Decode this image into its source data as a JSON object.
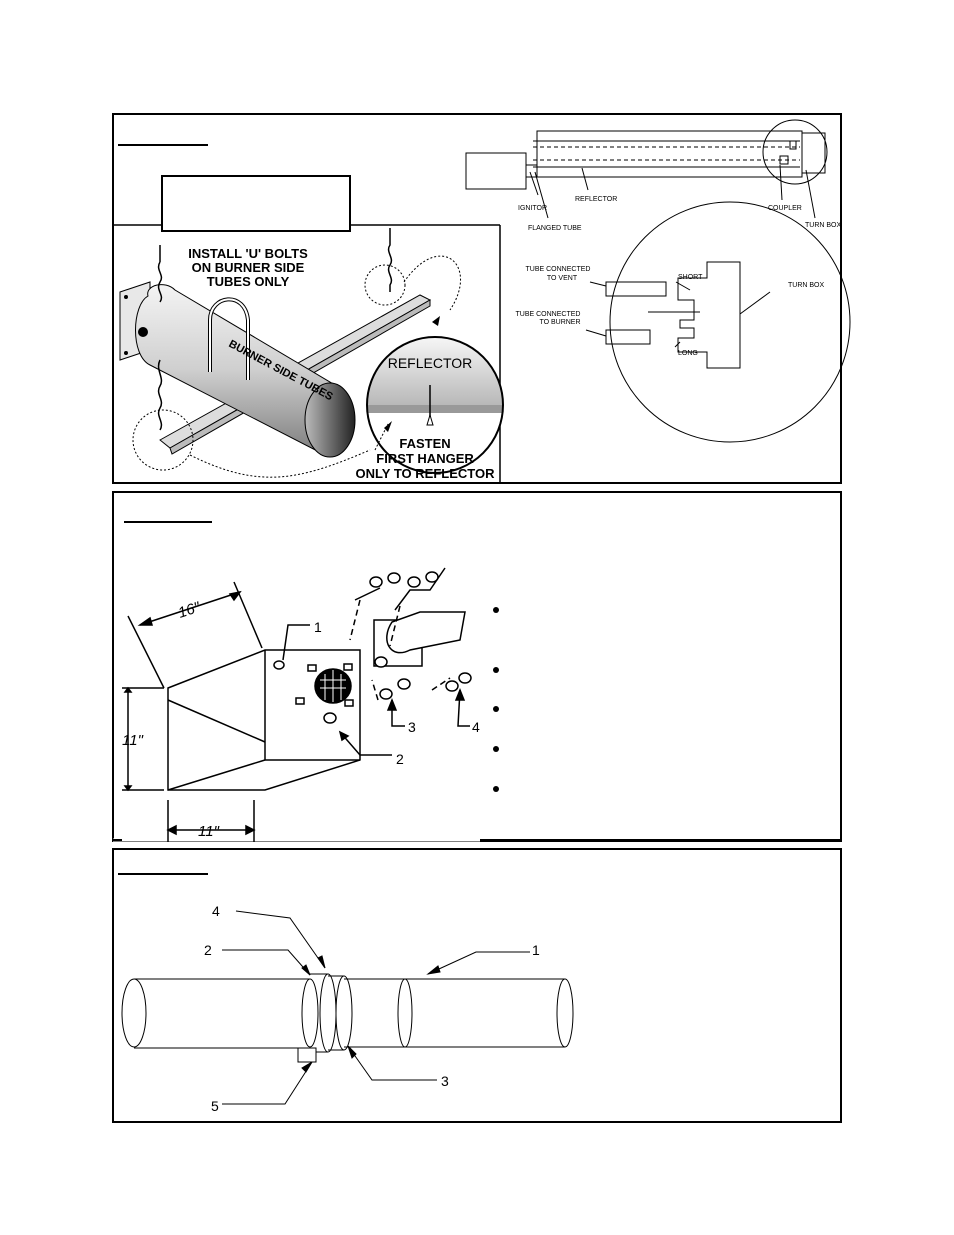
{
  "panel1": {
    "reflector_assembly": {
      "install_u_bolts": [
        "INSTALL 'U' BOLTS",
        "ON BURNER SIDE",
        "TUBES ONLY"
      ],
      "burner_side_tubes": "BURNER SIDE TUBES",
      "reflector": "REFLECTOR",
      "fasten_first_hanger": [
        "FASTEN",
        "FIRST HANGER",
        "ONLY TO REFLECTOR"
      ]
    },
    "overview": {
      "ignitor": "IGNITOR",
      "flanged_tube": "FLANGED TUBE",
      "reflector": "REFLECTOR",
      "coupler": "COUPLER",
      "turn_box": "TURN BOX"
    },
    "detail": {
      "tube_connected_to_vent": [
        "TUBE CONNECTED",
        "TO VENT"
      ],
      "tube_connected_to_burner": [
        "TUBE CONNECTED",
        "TO BURNER"
      ],
      "short": "SHORT",
      "long": "LONG",
      "turn_box": "TURN BOX"
    }
  },
  "panel2": {
    "dim_length": "16\"",
    "dim_height": "11\"",
    "dim_width": "11\"",
    "callouts": [
      "1",
      "2",
      "3",
      "4"
    ],
    "bullets_count": 5
  },
  "panel3": {
    "callouts": [
      "1",
      "2",
      "3",
      "4",
      "5"
    ]
  }
}
